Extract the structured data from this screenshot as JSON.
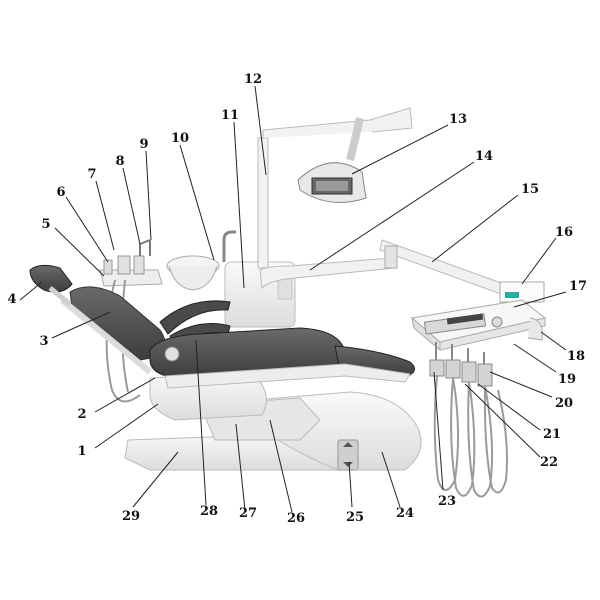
{
  "labels": [
    "1",
    "2",
    "3",
    "4",
    "5",
    "6",
    "7",
    "8",
    "9",
    "10",
    "11",
    "12",
    "13",
    "14",
    "15",
    "16",
    "17",
    "18",
    "19",
    "20",
    "21",
    "22",
    "23",
    "24",
    "25",
    "26",
    "27",
    "28",
    "29"
  ],
  "colors": {
    "upholstery": "#545454",
    "upholstery_dark": "#3a3a3a",
    "body": "#f2f2f2",
    "body_shade": "#d9d9d9",
    "outline": "#b8b8b8",
    "hose": "#9a9a9a",
    "accent": "#2aa9a0"
  }
}
